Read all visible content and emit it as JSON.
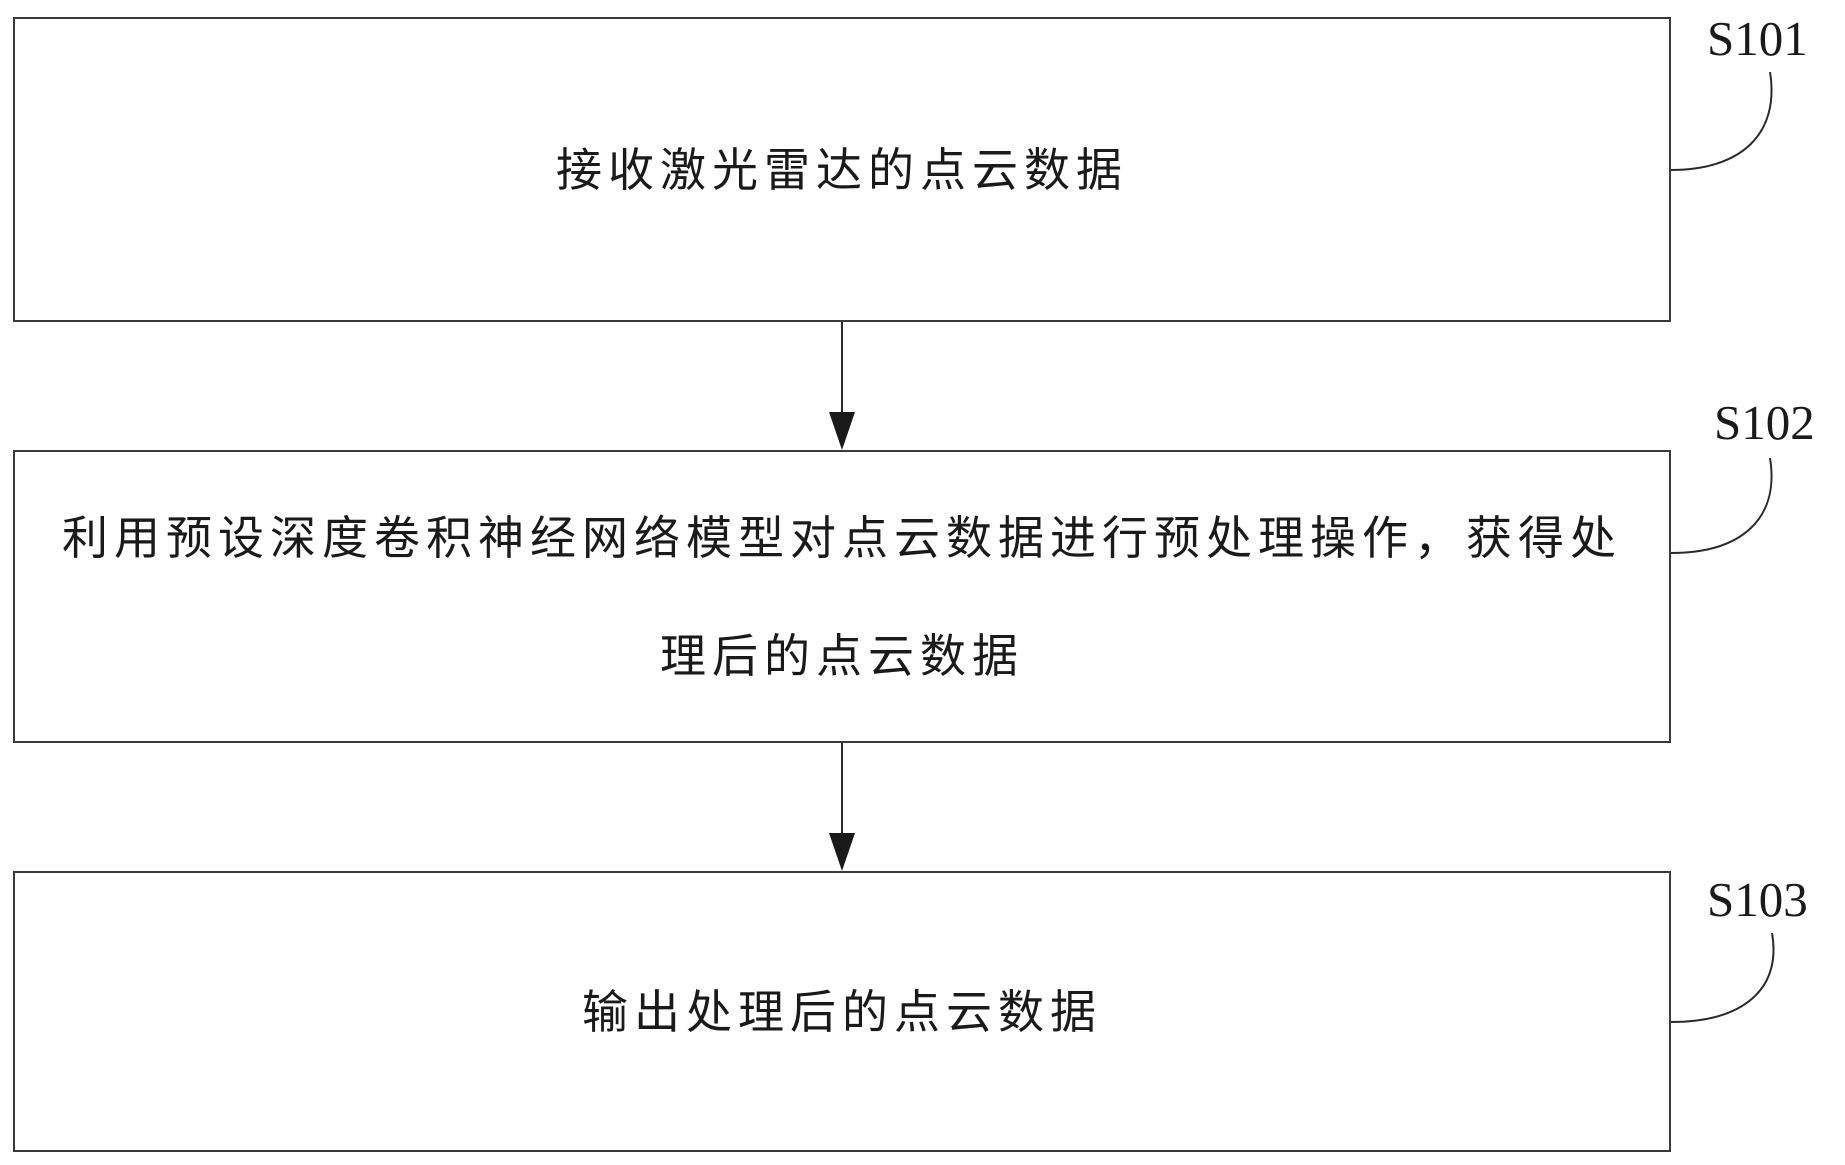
{
  "steps": [
    {
      "id": "S101",
      "label": "S101",
      "text": "接收激光雷达的点云数据"
    },
    {
      "id": "S102",
      "label": "S102",
      "text": "利用预设深度卷积神经网络模型对点云数据进行预处理操作，获得处理后的点云数据"
    },
    {
      "id": "S103",
      "label": "S103",
      "text": "输出处理后的点云数据"
    }
  ]
}
